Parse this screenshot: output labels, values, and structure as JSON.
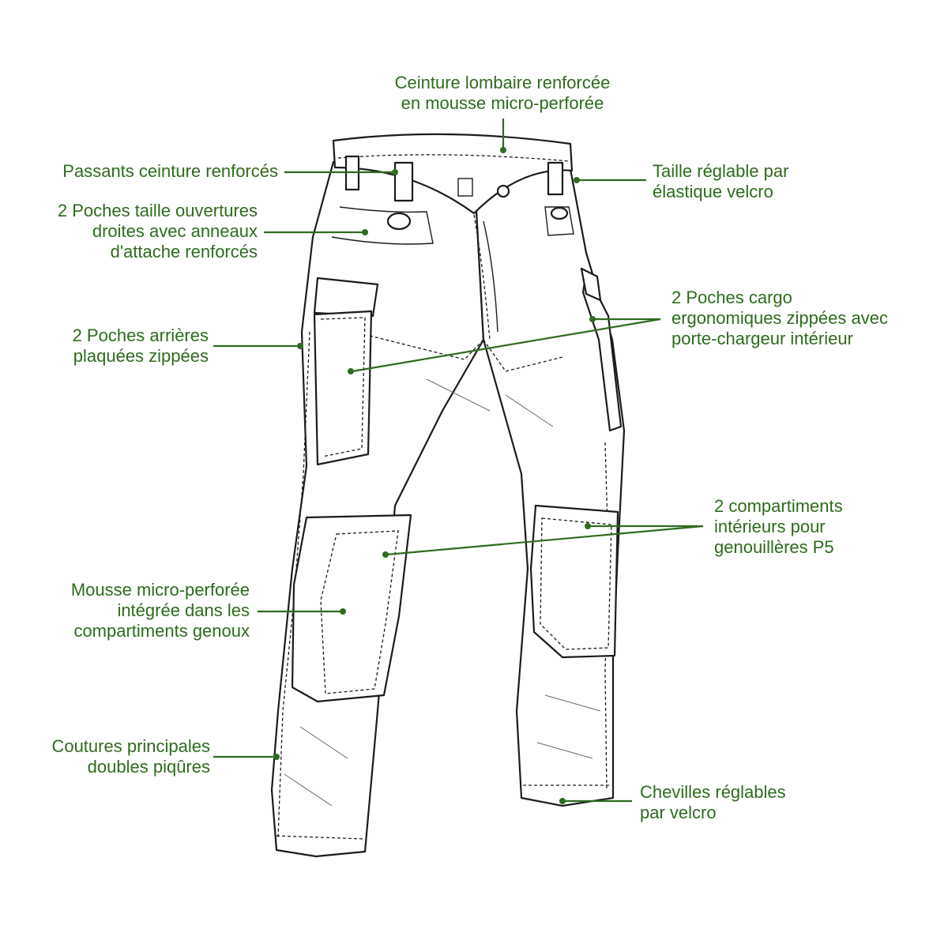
{
  "annotations": {
    "waistband": {
      "lines": [
        "Ceinture lombaire renforcée",
        "en mousse micro-perforée"
      ]
    },
    "belt_loops": {
      "lines": [
        "Passants ceinture renforcés"
      ]
    },
    "waist_pockets": {
      "lines": [
        "2 Poches taille ouvertures",
        "droites avec anneaux",
        "d'attache renforcés"
      ]
    },
    "back_pockets": {
      "lines": [
        "2 Poches arrières",
        "plaquées zippées"
      ]
    },
    "knee_foam": {
      "lines": [
        "Mousse micro-perforée",
        "intégrée dans les",
        "compartiments genoux"
      ]
    },
    "main_seams": {
      "lines": [
        "Coutures principales",
        "doubles piqûres"
      ]
    },
    "adjustable_waist": {
      "lines": [
        "Taille réglable par",
        "élastique velcro"
      ]
    },
    "cargo_pockets": {
      "lines": [
        "2 Poches cargo",
        "ergonomiques zippées avec",
        "porte-chargeur intérieur"
      ]
    },
    "knee_compartments": {
      "lines": [
        "2 compartiments",
        "intérieurs pour",
        "genouillères P5"
      ]
    },
    "ankles": {
      "lines": [
        "Chevilles réglables",
        "par velcro"
      ]
    }
  },
  "colors": {
    "accent": "#2e6b1f",
    "outline": "#1c1c1c",
    "background": "#ffffff"
  }
}
